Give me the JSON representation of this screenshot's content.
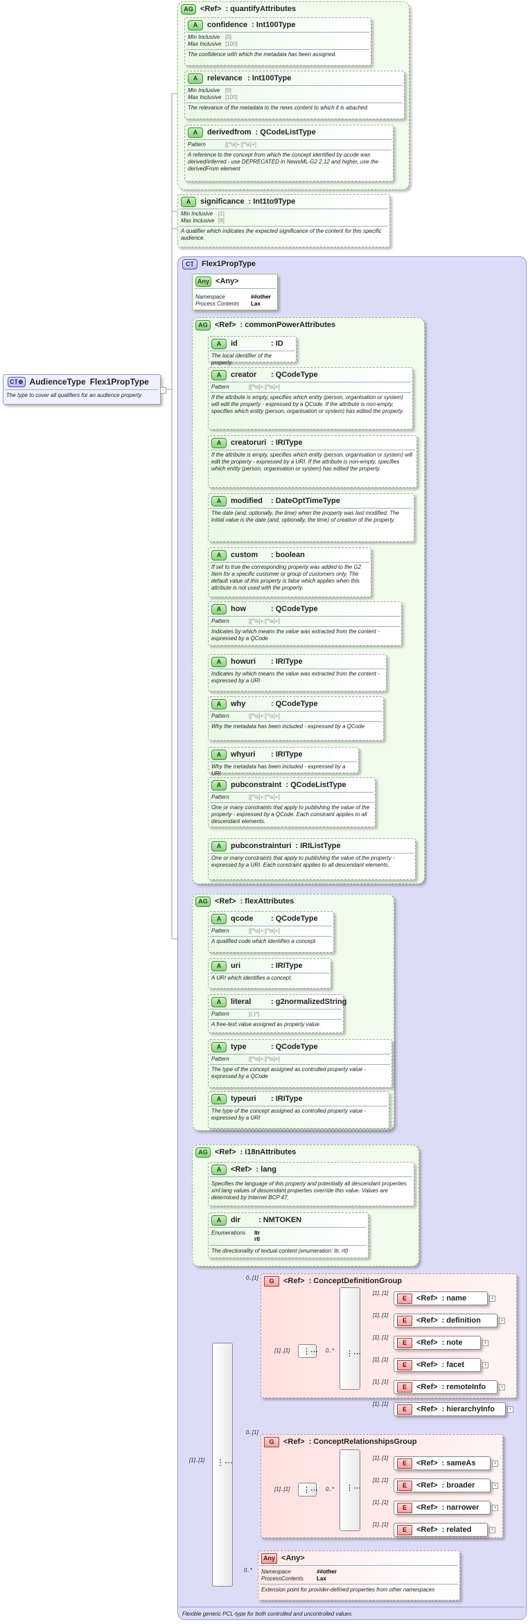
{
  "root": {
    "name": "AudienceType",
    "type": "Flex1PropType",
    "doc": "The type to cover all qualifiers for an audience property"
  },
  "quantify": {
    "ref": "<Ref>",
    "name": ": quantifyAttributes",
    "attrs": [
      {
        "name": "confidence",
        "type": ": Int100Type",
        "f1": "Min Inclusive",
        "v1": "[0]",
        "f2": "Max Inclusive",
        "v2": "[100]",
        "doc": "The confidence with which the metadata has been assigned."
      },
      {
        "name": "relevance",
        "type": ": Int100Type",
        "f1": "Min Inclusive",
        "v1": "[0]",
        "f2": "Max Inclusive",
        "v2": "[100]",
        "doc": "The relevance of the metadata to the news content to which it is attached."
      },
      {
        "name": "derivedfrom",
        "type": ": QCodeListType",
        "f1": "Pattern",
        "v1": "[[^\\s]+:[^\\s]+]",
        "doc": "A reference to the concept from which the concept identified by qcode was derived/inferred - use DEPRECATED in NewsML-G2 2.12 and higher, use the derivedFrom element"
      }
    ]
  },
  "significance": {
    "name": "significance",
    "type": ": Int1to9Type",
    "f1": "Min Inclusive",
    "v1": "[1]",
    "f2": "Max Inclusive",
    "v2": "[9]",
    "doc": "A qualifier which indicates the expected significance of the content for this specific audience."
  },
  "flex": {
    "title": "Flex1PropType",
    "doc": "Flexible generic PCL-type for both controlled and uncontrolled values"
  },
  "any1": {
    "name": "<Any>",
    "f1": "Namespace",
    "v1": "##other",
    "f2": "Process Contents",
    "v2": "Lax"
  },
  "cpa": {
    "ref": "<Ref>",
    "name": ": commonPowerAttributes",
    "attrs": [
      {
        "name": "id",
        "type": ": ID",
        "doc": "The local identifier of the property."
      },
      {
        "name": "creator",
        "type": ": QCodeType",
        "f1": "Pattern",
        "v1": "[[^\\s]+:[^\\s]+]",
        "doc": "If the attribute is empty, specifies which entity (person, organisation or system) will edit the property - expressed by a QCode. If the attribute is non-empty, specifies which entity (person, organisation or system) has edited the property."
      },
      {
        "name": "creatoruri",
        "type": ": IRIType",
        "doc": "If the attribute is empty, specifies which entity (person, organisation or system) will edit the property - expressed by a URI. If the attribute is non-empty, specifies which entity (person, organisation or system) has edited the property."
      },
      {
        "name": "modified",
        "type": ": DateOptTimeType",
        "doc": "The date (and, optionally, the time) when the property was last modified. The initial value is the date (and, optionally, the time) of creation of the property."
      },
      {
        "name": "custom",
        "type": ": boolean",
        "doc": "If set to true the corresponding property was added to the G2 Item for a specific customer or group of customers only. The default value of this property is false which applies when this attribute is not used with the property."
      },
      {
        "name": "how",
        "type": ": QCodeType",
        "f1": "Pattern",
        "v1": "[[^\\s]+:[^\\s]+]",
        "doc": "Indicates by which means the value was extracted from the content - expressed by a QCode"
      },
      {
        "name": "howuri",
        "type": ": IRIType",
        "doc": "Indicates by which means the value was extracted from the content - expressed by a URI"
      },
      {
        "name": "why",
        "type": ": QCodeType",
        "f1": "Pattern",
        "v1": "[[^\\s]+:[^\\s]+]",
        "doc": "Why the metadata has been included - expressed by a QCode"
      },
      {
        "name": "whyuri",
        "type": ": IRIType",
        "doc": "Why the metadata has been included - expressed by a URI"
      },
      {
        "name": "pubconstraint",
        "type": ": QCodeListType",
        "f1": "Pattern",
        "v1": "[[^\\s]+:[^\\s]+]",
        "doc": "One or many constraints that apply to publishing the value of the property - expressed by a QCode. Each constraint applies to all descendant elements."
      },
      {
        "name": "pubconstrainturi",
        "type": ": IRIListType",
        "doc": "One or many constraints that apply to publishing the value of the property - expressed by a URI. Each constraint applies to all descendant elements."
      }
    ]
  },
  "flexattrs": {
    "ref": "<Ref>",
    "name": ": flexAttributes",
    "attrs": [
      {
        "name": "qcode",
        "type": ": QCodeType",
        "f1": "Pattern",
        "v1": "[[^\\s]+:[^\\s]+]",
        "doc": "A qualified code which identifies a concept."
      },
      {
        "name": "uri",
        "type": ": IRIType",
        "doc": "A URI which identifies a concept."
      },
      {
        "name": "literal",
        "type": ": g2normalizedString",
        "f1": "Pattern",
        "v1": "[(.)*]",
        "doc": "A free-text value assigned as property value."
      },
      {
        "name": "type",
        "type": ": QCodeType",
        "f1": "Pattern",
        "v1": "[[^\\s]+:[^\\s]+]",
        "doc": "The type of the concept assigned as controlled property value - expressed by a QCode"
      },
      {
        "name": "typeuri",
        "type": ": IRIType",
        "doc": "The type of the concept assigned as controlled property value - expressed by a URI"
      }
    ]
  },
  "i18n": {
    "ref": "<Ref>",
    "name": ": i18nAttributes",
    "lang": {
      "ref": "<Ref>",
      "name": ": lang",
      "doc": "Specifies the language of this property and potentially all descendant properties. xml:lang values of descendant properties override this value. Values are determined by Internet BCP 47."
    },
    "dir": {
      "name": "dir",
      "type": ": NMTOKEN",
      "f1": "Enumerations",
      "v1": "ltr",
      "v1b": "rtl",
      "doc": "The directionality of textual content (enumeration: ltr, rtl)"
    }
  },
  "seq": {
    "card": "[1]..[1]"
  },
  "cdg": {
    "card": "0..[1]",
    "ref": "<Ref>",
    "name": ": ConceptDefinitionGroup",
    "seqcard": "[1]..[1]",
    "choicecard": "0..*",
    "els": [
      {
        "card": "[1]..[1]",
        "ref": "<Ref>",
        "name": ": name"
      },
      {
        "card": "[1]..[1]",
        "ref": "<Ref>",
        "name": ": definition"
      },
      {
        "card": "[1]..[1]",
        "ref": "<Ref>",
        "name": ": note"
      },
      {
        "card": "[1]..[1]",
        "ref": "<Ref>",
        "name": ": facet"
      },
      {
        "card": "[1]..[1]",
        "ref": "<Ref>",
        "name": ": remoteInfo"
      },
      {
        "card": "[1]..[1]",
        "ref": "<Ref>",
        "name": ": hierarchyInfo"
      }
    ]
  },
  "crg": {
    "card": "0..[1]",
    "ref": "<Ref>",
    "name": ": ConceptRelationshipsGroup",
    "seqcard": "[1]..[1]",
    "choicecard": "0..*",
    "els": [
      {
        "card": "[1]..[1]",
        "ref": "<Ref>",
        "name": ": sameAs"
      },
      {
        "card": "[1]..[1]",
        "ref": "<Ref>",
        "name": ": broader"
      },
      {
        "card": "[1]..[1]",
        "ref": "<Ref>",
        "name": ": narrower"
      },
      {
        "card": "[1]..[1]",
        "ref": "<Ref>",
        "name": ": related"
      }
    ]
  },
  "any2": {
    "card": "0..*",
    "name": "<Any>",
    "f1": "Namespace",
    "v1": "##other",
    "f2": "ProcessContents",
    "v2": "Lax",
    "doc": "Extension point for provider-defined properties from other namespaces"
  },
  "badges": {
    "ag": "AG",
    "a": "A",
    "ct": "CT",
    "ctp": "CT⊕",
    "any": "Any",
    "e": "E",
    "g": "G"
  }
}
